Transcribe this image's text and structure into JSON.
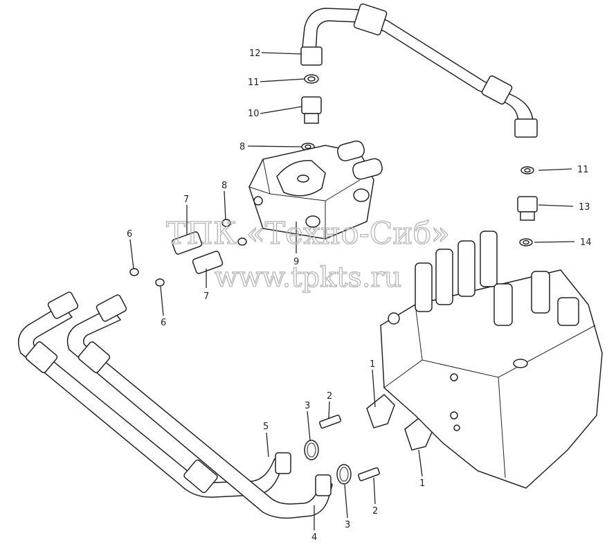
{
  "watermark": {
    "line1": "ТПК «Техно-Сиб»",
    "line2": "www.tpkts.ru"
  },
  "callouts": {
    "c1a": "1",
    "c1b": "1",
    "c2a": "2",
    "c2b": "2",
    "c3a": "3",
    "c3b": "3",
    "c4": "4",
    "c5": "5",
    "c6a": "6",
    "c6b": "6",
    "c7a": "7",
    "c7b": "7",
    "c8a": "8",
    "c8b": "8",
    "c9": "9",
    "c10": "10",
    "c11a": "11",
    "c11b": "11",
    "c12": "12",
    "c13": "13",
    "c14": "14"
  }
}
